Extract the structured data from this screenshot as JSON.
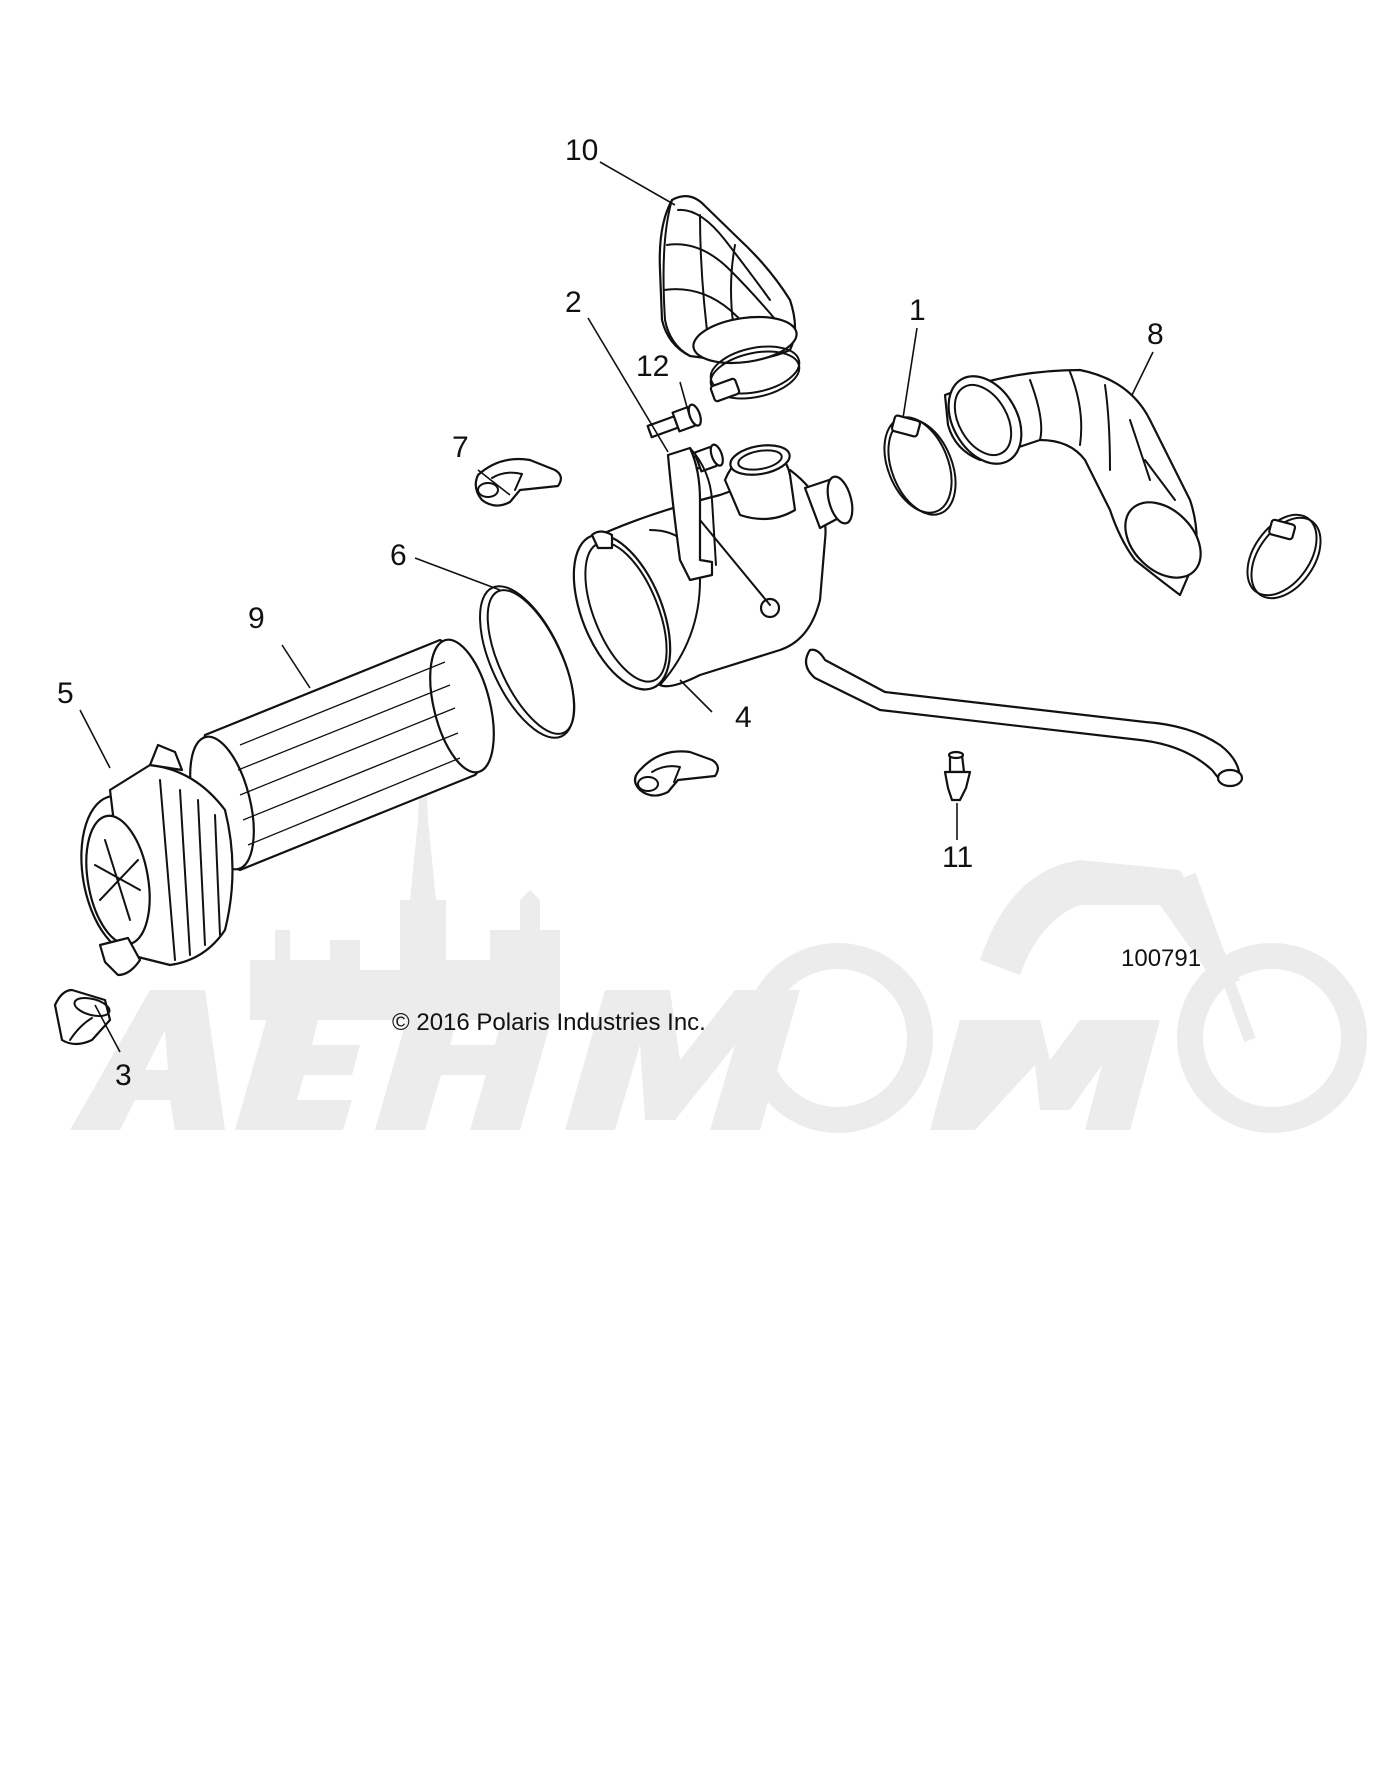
{
  "diagram": {
    "copyright": "© 2016 Polaris Industries Inc.",
    "drawing_number": "100791",
    "watermark": "AeHMoTo",
    "callouts": [
      {
        "id": "1",
        "label": "1"
      },
      {
        "id": "2",
        "label": "2"
      },
      {
        "id": "3",
        "label": "3"
      },
      {
        "id": "4",
        "label": "4"
      },
      {
        "id": "5",
        "label": "5"
      },
      {
        "id": "6",
        "label": "6"
      },
      {
        "id": "7",
        "label": "7"
      },
      {
        "id": "8",
        "label": "8"
      },
      {
        "id": "9",
        "label": "9"
      },
      {
        "id": "10",
        "label": "10"
      },
      {
        "id": "11",
        "label": "11"
      },
      {
        "id": "12",
        "label": "12"
      }
    ]
  }
}
